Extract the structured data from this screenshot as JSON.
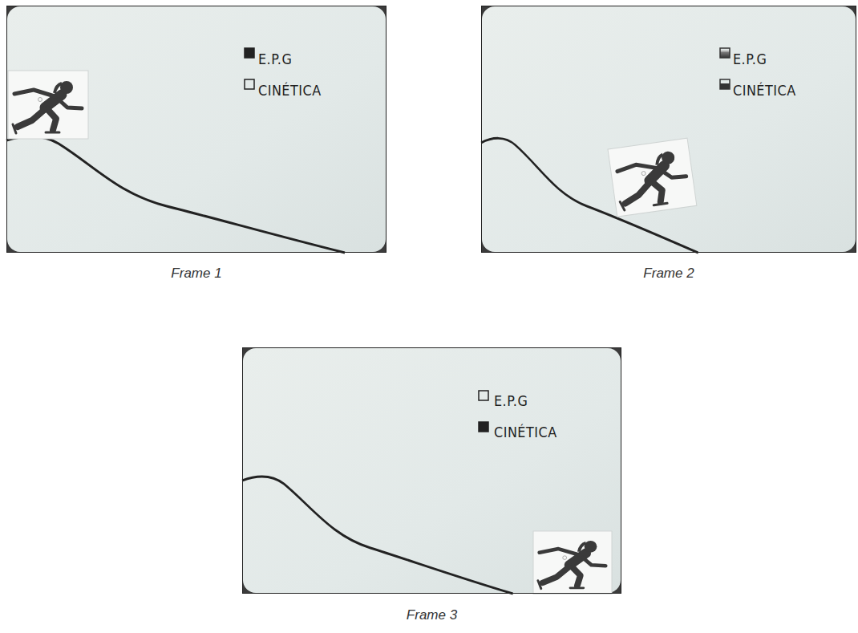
{
  "diagram": {
    "nodes": [
      {
        "text": [
          "E.P.G",
          "CINÉTICA",
          "Frame 1"
        ]
      },
      {
        "text": [
          "E.P.G",
          "CINÉTICA",
          "Frame 2"
        ]
      },
      {
        "text": [
          "E.P.G",
          "CINÉTICA",
          "Frame 3"
        ]
      }
    ]
  }
}
